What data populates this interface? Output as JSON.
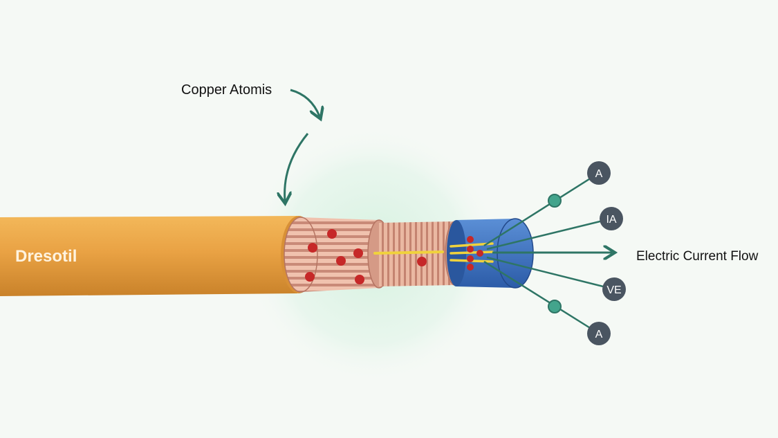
{
  "labels": {
    "copper_atoms": "Copper Atomis",
    "cable_name": "Dresotil",
    "current_flow": "Electric Current Flow"
  },
  "nodes": [
    "A",
    "IA",
    "VE",
    "A"
  ],
  "colors": {
    "background": "#f5f9f5",
    "glow": "#dff3e6",
    "jacket": "#e8a040",
    "copper_layer": "#e8b09a",
    "copper_stripe": "#c98a78",
    "atom": "#c62828",
    "core": "#3a72c4",
    "conductor": "#f0d23c",
    "line": "#2e7565",
    "bead": "#43a48c",
    "node_fill": "#4a5561",
    "node_text": "#ffffff",
    "text": "#111111",
    "cable_label": "#fff3df"
  }
}
